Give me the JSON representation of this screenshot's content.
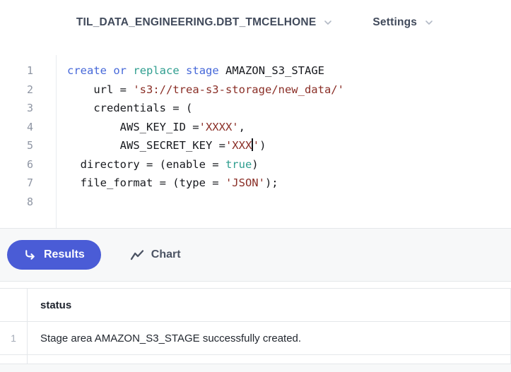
{
  "header": {
    "context_label": "TIL_DATA_ENGINEERING.DBT_TMCELHONE",
    "settings_label": "Settings"
  },
  "editor": {
    "lines": [
      {
        "num": "1",
        "tokens": [
          {
            "c": "kw",
            "t": "create"
          },
          {
            "c": "plain",
            "t": " "
          },
          {
            "c": "kw",
            "t": "or"
          },
          {
            "c": "plain",
            "t": " "
          },
          {
            "c": "fn",
            "t": "replace"
          },
          {
            "c": "plain",
            "t": " "
          },
          {
            "c": "kw",
            "t": "stage"
          },
          {
            "c": "plain",
            "t": " AMAZON_S3_STAGE"
          }
        ]
      },
      {
        "num": "2",
        "tokens": [
          {
            "c": "plain",
            "t": "    url = "
          },
          {
            "c": "str",
            "t": "'s3://trea-s3-storage/new_data/'"
          }
        ]
      },
      {
        "num": "3",
        "tokens": [
          {
            "c": "plain",
            "t": "    credentials = ("
          }
        ]
      },
      {
        "num": "4",
        "tokens": [
          {
            "c": "plain",
            "t": "        AWS_KEY_ID ="
          },
          {
            "c": "str",
            "t": "'XXXX'"
          },
          {
            "c": "plain",
            "t": ","
          }
        ]
      },
      {
        "num": "5",
        "tokens": [
          {
            "c": "plain",
            "t": "        AWS_SECRET_KEY ="
          },
          {
            "c": "str",
            "t": "'XXX"
          },
          {
            "c": "cursor",
            "t": ""
          },
          {
            "c": "str",
            "t": "'"
          },
          {
            "c": "plain",
            "t": ")"
          }
        ]
      },
      {
        "num": "6",
        "tokens": [
          {
            "c": "plain",
            "t": "  directory = (enable = "
          },
          {
            "c": "fn",
            "t": "true"
          },
          {
            "c": "plain",
            "t": ")"
          }
        ]
      },
      {
        "num": "7",
        "tokens": [
          {
            "c": "plain",
            "t": "  file_format = (type = "
          },
          {
            "c": "str",
            "t": "'JSON'"
          },
          {
            "c": "plain",
            "t": ");"
          }
        ]
      },
      {
        "num": "8",
        "tokens": []
      }
    ]
  },
  "results_bar": {
    "results_label": "Results",
    "chart_label": "Chart",
    "results_icon": "return-arrow-icon",
    "chart_icon": "trend-line-icon"
  },
  "results_table": {
    "columns": [
      "status"
    ],
    "rows": [
      {
        "num": "1",
        "cells": [
          "Stage area AMAZON_S3_STAGE successfully created."
        ]
      }
    ]
  },
  "colors": {
    "accent_button": "#4a5cd6",
    "syntax_keyword": "#4668d9",
    "syntax_function": "#2f9e8f",
    "syntax_string": "#8a2e26",
    "band_background": "#f7f8f9",
    "border": "#e4e7ea",
    "header_text": "#414a5b"
  }
}
